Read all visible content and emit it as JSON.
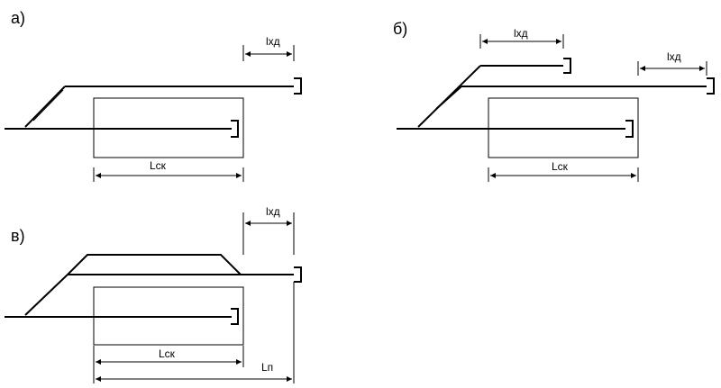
{
  "panels": {
    "a": {
      "label": "а)",
      "dim_top": "lхд",
      "dim_bottom": "Lск"
    },
    "b": {
      "label": "б)",
      "dim_top_1": "lхд",
      "dim_top_2": "lхд",
      "dim_bottom": "Lск"
    },
    "v": {
      "label": "в)",
      "dim_top": "lхд",
      "dim_bottom_1": "Lск",
      "dim_bottom_2": "Lп"
    }
  }
}
